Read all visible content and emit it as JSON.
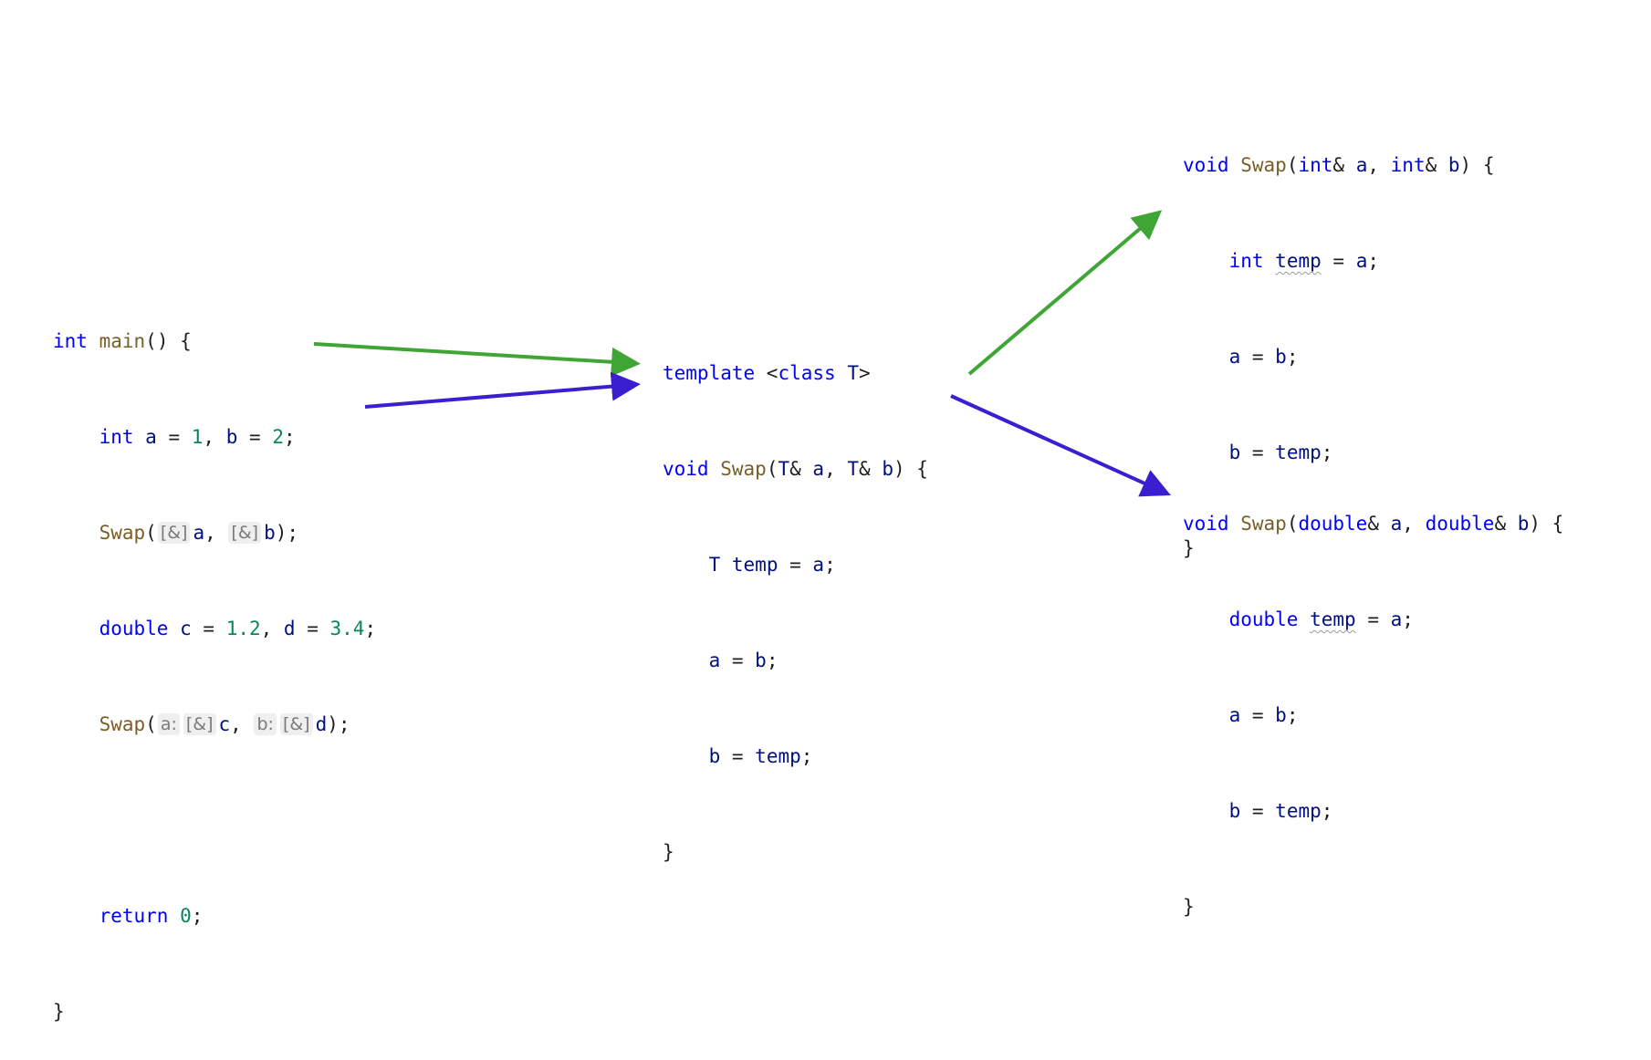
{
  "main_block": {
    "l1_kw": "int",
    "l1_fn": "main",
    "l1_rest": "() {",
    "l2_kw": "int",
    "l2_a": "a",
    "l2_eq1": " = ",
    "l2_n1": "1",
    "l2_sep": ", ",
    "l2_b": "b",
    "l2_eq2": " = ",
    "l2_n2": "2",
    "l2_end": ";",
    "l3_fn": "Swap",
    "l3_open": "(",
    "l3_hint1": "[&]",
    "l3_a": "a",
    "l3_sep": ", ",
    "l3_hint2": "[&]",
    "l3_b": "b",
    "l3_end": ");",
    "l4_kw": "double",
    "l4_c": "c",
    "l4_eq1": " = ",
    "l4_n1": "1.2",
    "l4_sep": ", ",
    "l4_d": "d",
    "l4_eq2": " = ",
    "l4_n2": "3.4",
    "l4_end": ";",
    "l5_fn": "Swap",
    "l5_open": "(",
    "l5_hint1": "a:",
    "l5_hint2": "[&]",
    "l5_c": "c",
    "l5_sep": ", ",
    "l5_hint3": "b:",
    "l5_hint4": "[&]",
    "l5_d": "d",
    "l5_end": ");",
    "l7_kw": "return",
    "l7_n": "0",
    "l7_end": ";",
    "l8": "}"
  },
  "template_block": {
    "l1_kw1": "template",
    "l1_lt": " <",
    "l1_kw2": "class",
    "l1_T": "T",
    "l1_gt": ">",
    "l2_kw": "void",
    "l2_fn": "Swap",
    "l2_open": "(",
    "l2_T1": "T",
    "l2_amp1": "& ",
    "l2_a": "a",
    "l2_sep": ", ",
    "l2_T2": "T",
    "l2_amp2": "& ",
    "l2_b": "b",
    "l2_end": ") {",
    "l3_T": "T",
    "l3_temp": "temp",
    "l3_eq": " = ",
    "l3_a": "a",
    "l3_end": ";",
    "l4_a": "a",
    "l4_eq": " = ",
    "l4_b": "b",
    "l4_end": ";",
    "l5_b": "b",
    "l5_eq": " = ",
    "l5_temp": "temp",
    "l5_end": ";",
    "l6": "}"
  },
  "int_block": {
    "l1_kw": "void",
    "l1_fn": "Swap",
    "l1_open": "(",
    "l1_t1": "int",
    "l1_amp1": "& ",
    "l1_a": "a",
    "l1_sep": ", ",
    "l1_t2": "int",
    "l1_amp2": "& ",
    "l1_b": "b",
    "l1_end": ") {",
    "l2_kw": "int",
    "l2_temp": "temp",
    "l2_eq": " = ",
    "l2_a": "a",
    "l2_end": ";",
    "l3_a": "a",
    "l3_eq": " = ",
    "l3_b": "b",
    "l3_end": ";",
    "l4_b": "b",
    "l4_eq": " = ",
    "l4_temp": "temp",
    "l4_end": ";",
    "l5": "}"
  },
  "double_block": {
    "l1_kw": "void",
    "l1_fn": "Swap",
    "l1_open": "(",
    "l1_t1": "double",
    "l1_amp1": "& ",
    "l1_a": "a",
    "l1_sep": ", ",
    "l1_t2": "double",
    "l1_amp2": "& ",
    "l1_b": "b",
    "l1_end": ") {",
    "l2_kw": "double",
    "l2_temp": "temp",
    "l2_eq": " = ",
    "l2_a": "a",
    "l2_end": ";",
    "l3_a": "a",
    "l3_eq": " = ",
    "l3_b": "b",
    "l3_end": ";",
    "l4_b": "b",
    "l4_eq": " = ",
    "l4_temp": "temp",
    "l4_end": ";",
    "l5": "}"
  },
  "colors": {
    "keyword": "#0000ff",
    "function": "#795e26",
    "identifier": "#001080",
    "number": "#098658",
    "arrow_int": "#3fa535",
    "arrow_double": "#3a1fd0"
  }
}
